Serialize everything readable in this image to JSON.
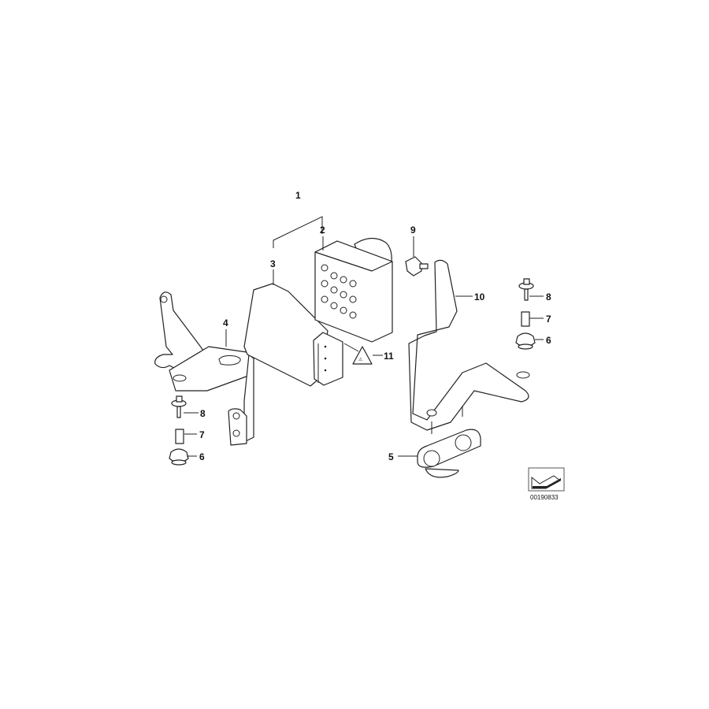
{
  "diagram": {
    "callouts": {
      "c1": "1",
      "c2": "2",
      "c3": "3",
      "c4": "4",
      "c5": "5",
      "c6_left": "6",
      "c7_left": "7",
      "c8_left": "8",
      "c6_right": "6",
      "c7_right": "7",
      "c8_right": "8",
      "c9": "9",
      "c10": "10",
      "c11": "11"
    },
    "drawing_number": "00190833",
    "icons": [
      "abs-hydraulic-unit",
      "abs-control-module",
      "mounting-bracket",
      "warning-triangle-label",
      "screw",
      "sleeve",
      "rubber-mount",
      "bolt",
      "bracket",
      "base-mount",
      "orientation-arrow-icon"
    ],
    "line_color": "#222222",
    "background": "#ffffff"
  }
}
